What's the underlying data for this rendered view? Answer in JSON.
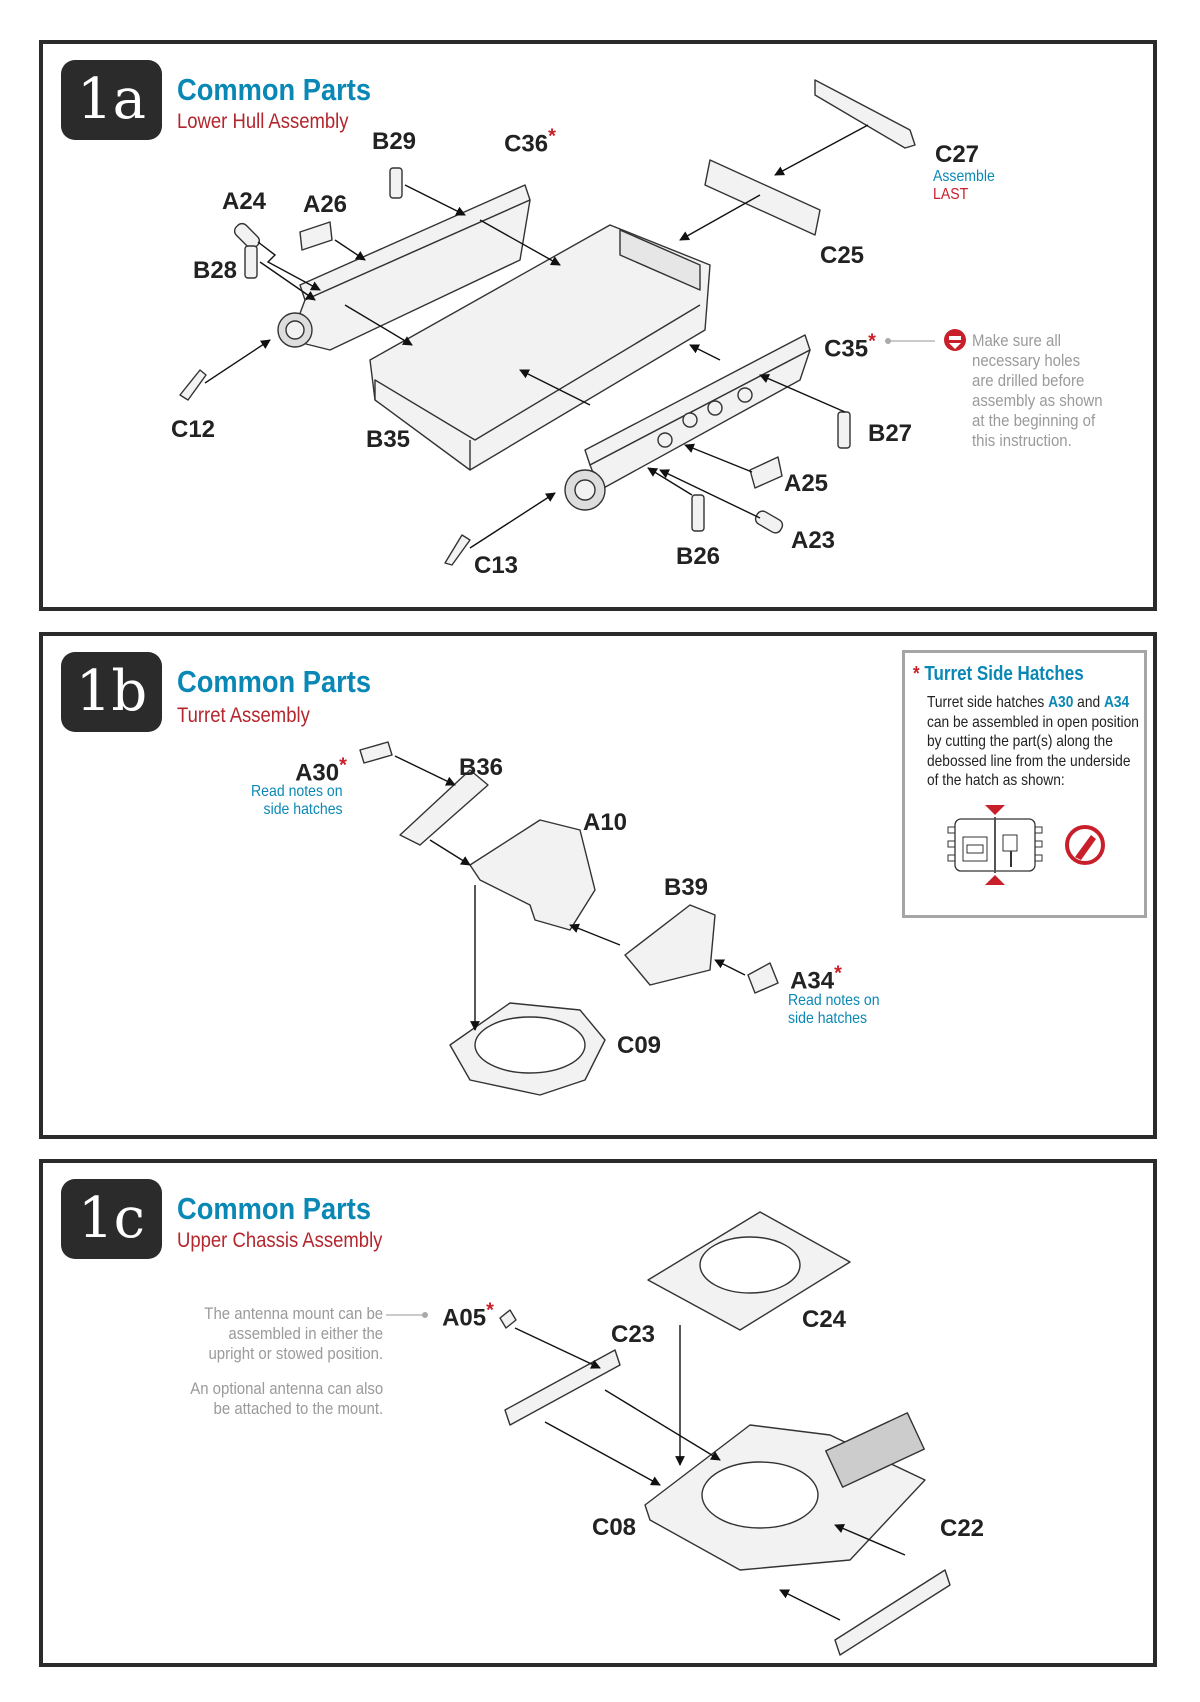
{
  "steps": [
    {
      "number": "1a",
      "title": "Common Parts",
      "subtitle": "Lower Hull Assembly",
      "parts": {
        "B29": "B29",
        "C36": "C36",
        "A24": "A24",
        "A26": "A26",
        "B28": "B28",
        "C27": "C27",
        "C25": "C25",
        "C35": "C35",
        "C12": "C12",
        "B35": "B35",
        "B27": "B27",
        "A25": "A25",
        "A23": "A23",
        "C13": "C13",
        "B26": "B26"
      },
      "asterisk": "*",
      "c27_note": {
        "line1": "Assemble",
        "line2": "LAST"
      },
      "drill_note": [
        "Make sure all",
        "necessary holes",
        "are drilled before",
        "assembly as shown",
        "at the beginning of",
        "this instruction."
      ]
    },
    {
      "number": "1b",
      "title": "Common Parts",
      "subtitle": "Turret Assembly",
      "parts": {
        "A30": "A30",
        "B36": "B36",
        "A10": "A10",
        "B39": "B39",
        "A34": "A34",
        "C09": "C09"
      },
      "asterisk": "*",
      "read_notes": {
        "line1": "Read notes on",
        "line2": "side hatches"
      },
      "hatch_note": {
        "asterisk": "*",
        "title": "Turret Side Hatches",
        "text_pre": "Turret side hatches ",
        "part1": "A30",
        "text_and": " and ",
        "part2": "A34",
        "lines": [
          "can be assembled in open position",
          "by cutting the part(s) along the",
          "debossed line from the underside",
          "of the hatch as shown:"
        ]
      }
    },
    {
      "number": "1c",
      "title": "Common Parts",
      "subtitle": "Upper Chassis Assembly",
      "parts": {
        "A05": "A05",
        "C23": "C23",
        "C24": "C24",
        "C08": "C08",
        "C22": "C22"
      },
      "asterisk": "*",
      "antenna_note": [
        "The antenna mount can be",
        "assembled in either the",
        "upright or stowed position."
      ],
      "optional_note": [
        "An optional antenna can also",
        "be attached to the mount."
      ]
    }
  ],
  "colors": {
    "accent_blue": "#0a88b5",
    "accent_red": "#c8202a",
    "frame": "#2b2b2b"
  }
}
